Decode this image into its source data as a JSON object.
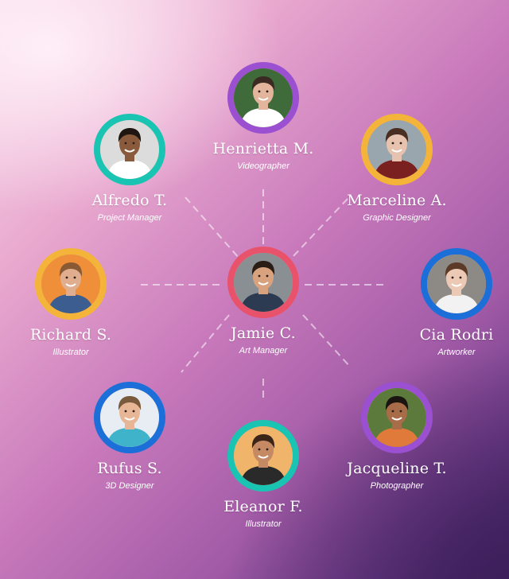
{
  "team": {
    "center": {
      "name": "Jamie C.",
      "role": "Art Manager",
      "ring_color": "#e8536b"
    },
    "members": [
      {
        "id": "henrietta",
        "name": "Henrietta M.",
        "role": "Videographer",
        "ring_color": "#9b4fd1",
        "skin": "#e2b59c",
        "hair": "#3a2a22",
        "bg": "#3f6a3a",
        "shirt": "#ffffff"
      },
      {
        "id": "alfredo",
        "name": "Alfredo T.",
        "role": "Project Manager",
        "ring_color": "#19c4b3",
        "skin": "#8a5a3d",
        "hair": "#1f1612",
        "bg": "#dcdcdc",
        "shirt": "#ffffff"
      },
      {
        "id": "marceline",
        "name": "Marceline A.",
        "role": "Graphic Designer",
        "ring_color": "#f4b43a",
        "skin": "#e7c2ae",
        "hair": "#4a2e22",
        "bg": "#9aa6ad",
        "shirt": "#7b2020"
      },
      {
        "id": "richard",
        "name": "Richard S.",
        "role": "Illustrator",
        "ring_color": "#f4b43a",
        "skin": "#e0ae8e",
        "hair": "#8a5a34",
        "bg": "#f08f3a",
        "shirt": "#3c5d8f"
      },
      {
        "id": "cia",
        "name": "Cia Rodri",
        "role": "Artworker",
        "ring_color": "#1c6fd9",
        "skin": "#ecc9b5",
        "hair": "#5b3b28",
        "bg": "#8d8a86",
        "shirt": "#f2f2f2"
      },
      {
        "id": "rufus",
        "name": "Rufus S.",
        "role": "3D Designer",
        "ring_color": "#1c6fd9",
        "skin": "#e6b696",
        "hair": "#7a5a3c",
        "bg": "#e7edf2",
        "shirt": "#3fb3c9"
      },
      {
        "id": "jacqueline",
        "name": "Jacqueline T.",
        "role": "Photographer",
        "ring_color": "#9b4fd1",
        "skin": "#a86c48",
        "hair": "#1c1410",
        "bg": "#5b7a3c",
        "shirt": "#e07a3a"
      },
      {
        "id": "eleanor",
        "name": "Eleanor F.",
        "role": "Illustrator",
        "ring_color": "#19c4b3",
        "skin": "#c58a64",
        "hair": "#3b2418",
        "bg": "#f0b56a",
        "shirt": "#2a2a2a"
      }
    ],
    "center_avatar": {
      "skin": "#d9a27e",
      "hair": "#2a1d16",
      "bg": "#8a8f94",
      "shirt": "#2d3b52"
    },
    "connector_color": "rgba(255,255,255,0.55)"
  }
}
